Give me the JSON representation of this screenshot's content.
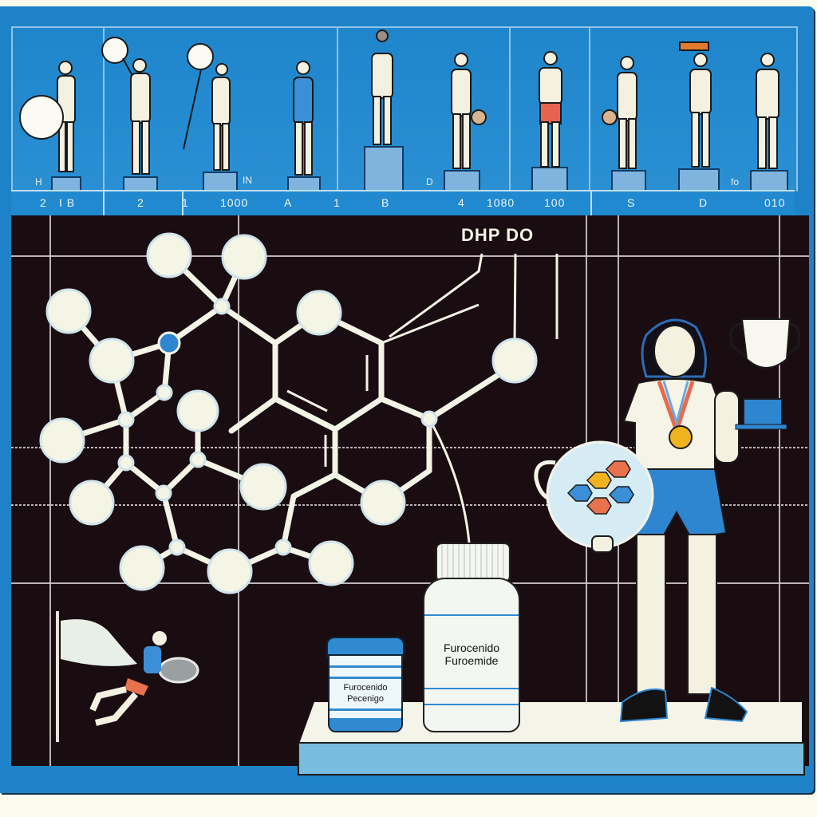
{
  "scene": {
    "description": "Illustration of athletes on pedestals above a chemical structure diagram, with medication containers and a medal-winning athlete",
    "colors": {
      "frame_blue": "#1e82c8",
      "dark_panel": "#1a0d12",
      "pedestal": "#7fb4de",
      "atom": "#f5f5e6",
      "accent_atom": "#2f86d0",
      "shorts_blue": "#2f86d0",
      "medal_gold": "#f0b21e"
    }
  },
  "top_panel": {
    "athletes": [
      {
        "id": 1,
        "prop": "disc-shield",
        "pose": "standing"
      },
      {
        "id": 2,
        "prop": "paddle-raised",
        "pose": "arm-raised"
      },
      {
        "id": 3,
        "prop": "lollipop-racket",
        "pose": "looking-up"
      },
      {
        "id": 4,
        "prop": "trophy",
        "pose": "holding"
      },
      {
        "id": 5,
        "prop": "trophy-on-head",
        "pose": "standing"
      },
      {
        "id": 6,
        "prop": "trophy-and-ball",
        "pose": "raised-arm"
      },
      {
        "id": 7,
        "prop": "none",
        "pose": "hands-on-hips"
      },
      {
        "id": 8,
        "prop": "ball",
        "pose": "standing"
      },
      {
        "id": 9,
        "prop": "horn-overhead",
        "pose": "arms-up"
      },
      {
        "id": 10,
        "prop": "none",
        "pose": "standing"
      }
    ],
    "corner_labels": [
      "H",
      "IN",
      "D",
      "fo"
    ]
  },
  "label_strip": {
    "labels": [
      "2",
      "I B",
      "2",
      "1",
      "1000",
      "A",
      "1",
      "B",
      "4",
      "1080",
      "100",
      "S",
      "D",
      "010"
    ]
  },
  "diagram": {
    "annotation": "DHP DO",
    "annotation_parts": [
      "DH",
      "P",
      "DO"
    ]
  },
  "products": {
    "jar": {
      "line1": "Furocenido",
      "line2": "Pecenigo"
    },
    "bottle": {
      "line1": "Furocenido",
      "line2": "Furoemide"
    }
  },
  "athlete_main": {
    "holds": [
      "molecule-orb",
      "trophy"
    ],
    "wears": "gold-medal"
  },
  "tennis_player": {
    "prop": "tennis-racket",
    "flag": "white-flag"
  }
}
